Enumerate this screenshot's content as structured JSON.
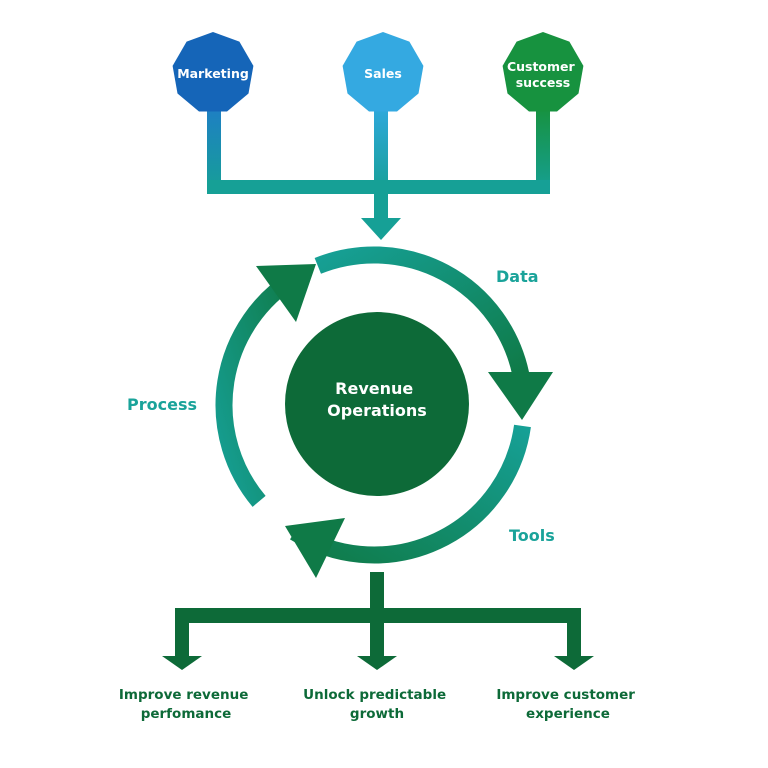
{
  "colors": {
    "marketing": "#1565b8",
    "sales": "#34a9e1",
    "customer_success": "#17923f",
    "teal": "#16a096",
    "dark_green": "#0d6a38",
    "cycle_green": "#0f7a47",
    "label_teal": "#1aa39a",
    "outcome_text": "#0d6a38"
  },
  "inputs": [
    {
      "id": "marketing",
      "lines": [
        "Marketing"
      ]
    },
    {
      "id": "sales",
      "lines": [
        "Sales"
      ]
    },
    {
      "id": "customer_success",
      "lines": [
        "Customer",
        "success"
      ]
    }
  ],
  "center": {
    "lines": [
      "Revenue",
      "Operations"
    ]
  },
  "cycle": [
    {
      "id": "data",
      "label": "Data"
    },
    {
      "id": "tools",
      "label": "Tools"
    },
    {
      "id": "process",
      "label": "Process"
    }
  ],
  "outcomes": [
    {
      "id": "revenue",
      "lines": [
        "Improve revenue",
        "perfomance"
      ]
    },
    {
      "id": "growth",
      "lines": [
        "Unlock predictable",
        "growth"
      ]
    },
    {
      "id": "experience",
      "lines": [
        "Improve customer",
        "experience"
      ]
    }
  ]
}
